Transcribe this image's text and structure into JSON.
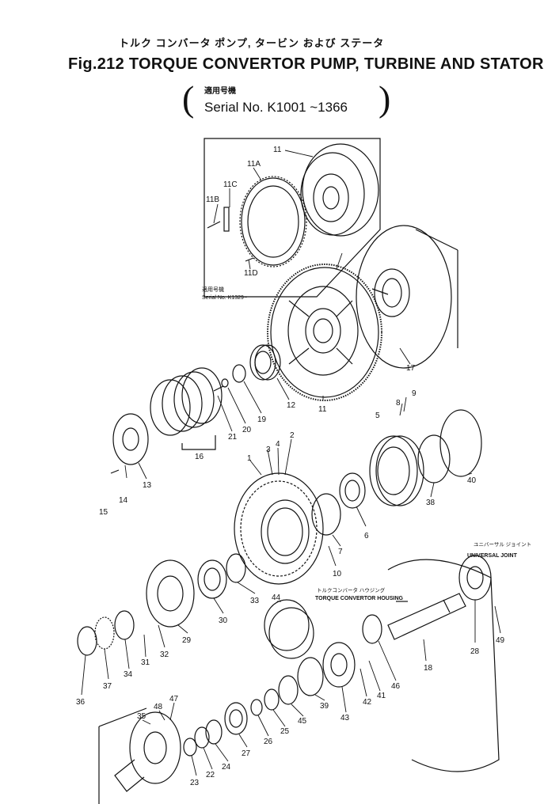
{
  "header": {
    "jp_title": "トルク コンバータ ポンプ, タービン および ステータ",
    "title": "Fig.212 TORQUE CONVERTOR PUMP, TURBINE AND STATOR",
    "serial_jp": "適用号機",
    "serial": "Serial No. K1001 ~1366"
  },
  "inset": {
    "note_jp": "適用号機",
    "note": "Serial No. K1329~"
  },
  "callouts": {
    "universal_joint_jp": "ユニバーサル ジョイント",
    "universal_joint": "UNIVERSAL JOINT",
    "housing_jp": "トルクコンバータ ハウジング",
    "housing": "TORQUE CONVERTOR HOUSING"
  },
  "part_numbers": [
    "11",
    "11A",
    "11C",
    "11B",
    "11D",
    "17",
    "12",
    "11",
    "19",
    "20",
    "21",
    "16",
    "13",
    "14",
    "15",
    "9",
    "8",
    "5",
    "40",
    "38",
    "6",
    "7",
    "10",
    "1",
    "2",
    "4",
    "3",
    "33",
    "30",
    "29",
    "32",
    "31",
    "34",
    "37",
    "36",
    "44",
    "18",
    "46",
    "41",
    "42",
    "43",
    "39",
    "45",
    "25",
    "26",
    "27",
    "24",
    "22",
    "23",
    "35",
    "48",
    "47",
    "28",
    "49"
  ]
}
